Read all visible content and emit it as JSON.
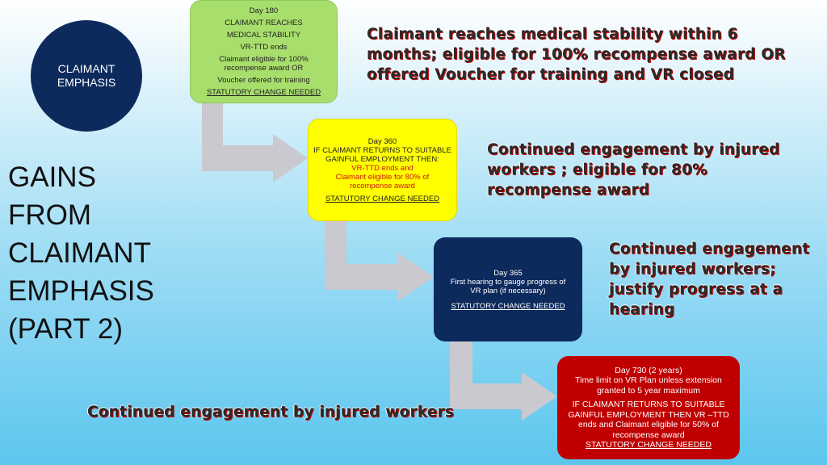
{
  "circle": {
    "line1": "CLAIMANT",
    "line2": "EMPHASIS"
  },
  "title_lines": [
    "GAINS",
    "FROM",
    "CLAIMANT",
    "EMPHASIS",
    "(PART 2)"
  ],
  "steps": [
    {
      "day": "Day 180",
      "lines": [
        "CLAIMANT REACHES",
        "MEDICAL STABILITY",
        "VR-TTD ends",
        "Claimant eligible for 100% recompense award OR",
        "Voucher offered for training"
      ],
      "statutory": "STATUTORY CHANGE NEEDED",
      "color": "#a8de6c"
    },
    {
      "day": "Day 360",
      "lines": [
        "IF CLAIMANT RETURNS TO SUITABLE GAINFUL EMPLOYMENT THEN:"
      ],
      "red_lines": [
        "VR-TTD ends and",
        "Claimant eligible for 80% of recompense award"
      ],
      "statutory": "STATUTORY CHANGE NEEDED",
      "color": "#ffff00"
    },
    {
      "day": "Day 365",
      "lines": [
        "First hearing to gauge progress of VR plan (if necessary)"
      ],
      "statutory": "STATUTORY CHANGE NEEDED",
      "color": "#0d2a5c"
    },
    {
      "day": "Day 730 (2 years)",
      "lines": [
        "Time limit on VR Plan unless extension granted to  5 year maximum"
      ],
      "lines2": [
        "IF CLAIMANT RETURNS TO SUITABLE GAINFUL EMPLOYMENT THEN VR –TTD ends and Claimant eligible for  50% of recompense award"
      ],
      "statutory": "STATUTORY CHANGE NEEDED",
      "color": "#c00000"
    }
  ],
  "callouts": [
    "Claimant reaches medical stability within 6 months; eligible for 100% recompense award OR offered Voucher for training and VR closed",
    "Continued engagement by injured workers ; eligible for 80% recompense award",
    "Continued engagement by injured workers; justify progress at a hearing",
    "Continued engagement by injured workers"
  ],
  "colors": {
    "arrow": "#c9c9cf",
    "circle": "#0d2a5c",
    "callout_shadow": "#c40000"
  }
}
